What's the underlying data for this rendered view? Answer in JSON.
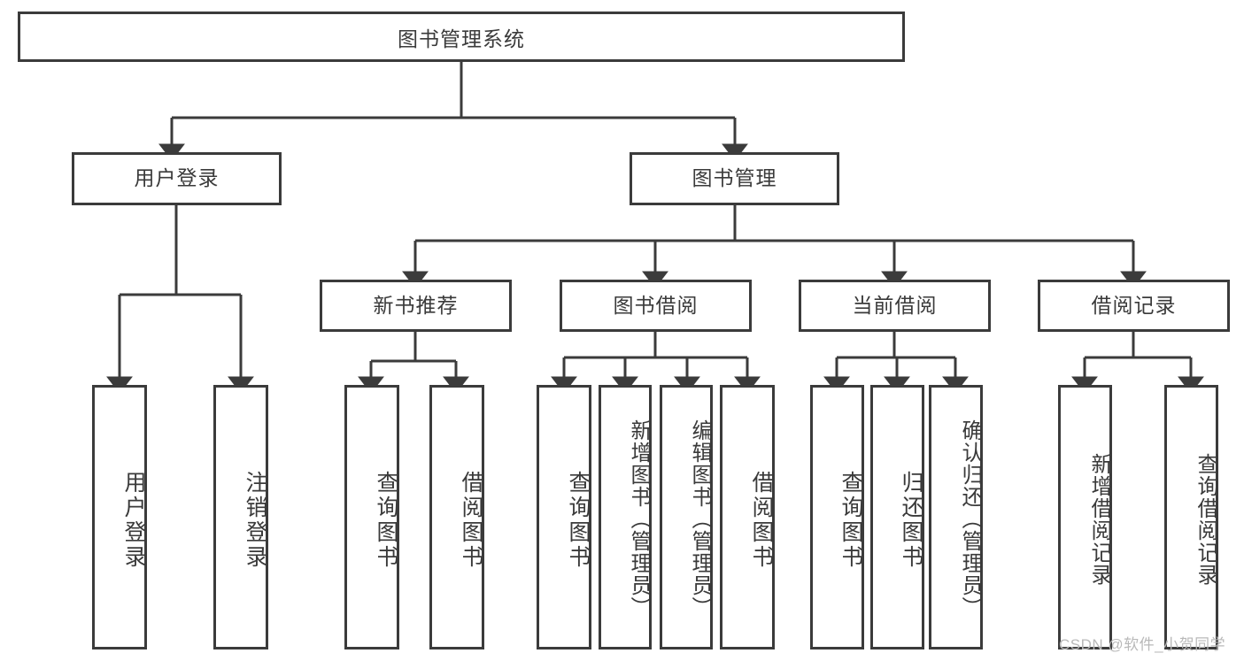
{
  "diagram": {
    "type": "tree",
    "title": "图书管理系统",
    "root": {
      "label": "图书管理系统"
    },
    "level2": [
      {
        "label": "用户登录"
      },
      {
        "label": "图书管理"
      }
    ],
    "level3": [
      {
        "label": "新书推荐"
      },
      {
        "label": "图书借阅"
      },
      {
        "label": "当前借阅"
      },
      {
        "label": "借阅记录"
      }
    ],
    "leaves": {
      "user_login": [
        {
          "label": "用户登录"
        },
        {
          "label": "注销登录"
        }
      ],
      "new_book_recommend": [
        {
          "label": "查询图书"
        },
        {
          "label": "借阅图书"
        }
      ],
      "book_borrow": [
        {
          "label": "查询图书"
        },
        {
          "label": "新增图书（管理员）"
        },
        {
          "label": "编辑图书（管理员）"
        },
        {
          "label": "借阅图书"
        }
      ],
      "current_borrow": [
        {
          "label": "查询图书"
        },
        {
          "label": "归还图书"
        },
        {
          "label": "确认归还（管理员）"
        }
      ],
      "borrow_record": [
        {
          "label": "新增借阅记录"
        },
        {
          "label": "查询借阅记录"
        }
      ]
    }
  },
  "watermark": {
    "text": "CSDN @软件_小贺同学"
  },
  "colors": {
    "line": "#3b3b3b",
    "text": "#3a3a3a",
    "background": "#ffffff",
    "watermark": "#b9b9b9"
  }
}
